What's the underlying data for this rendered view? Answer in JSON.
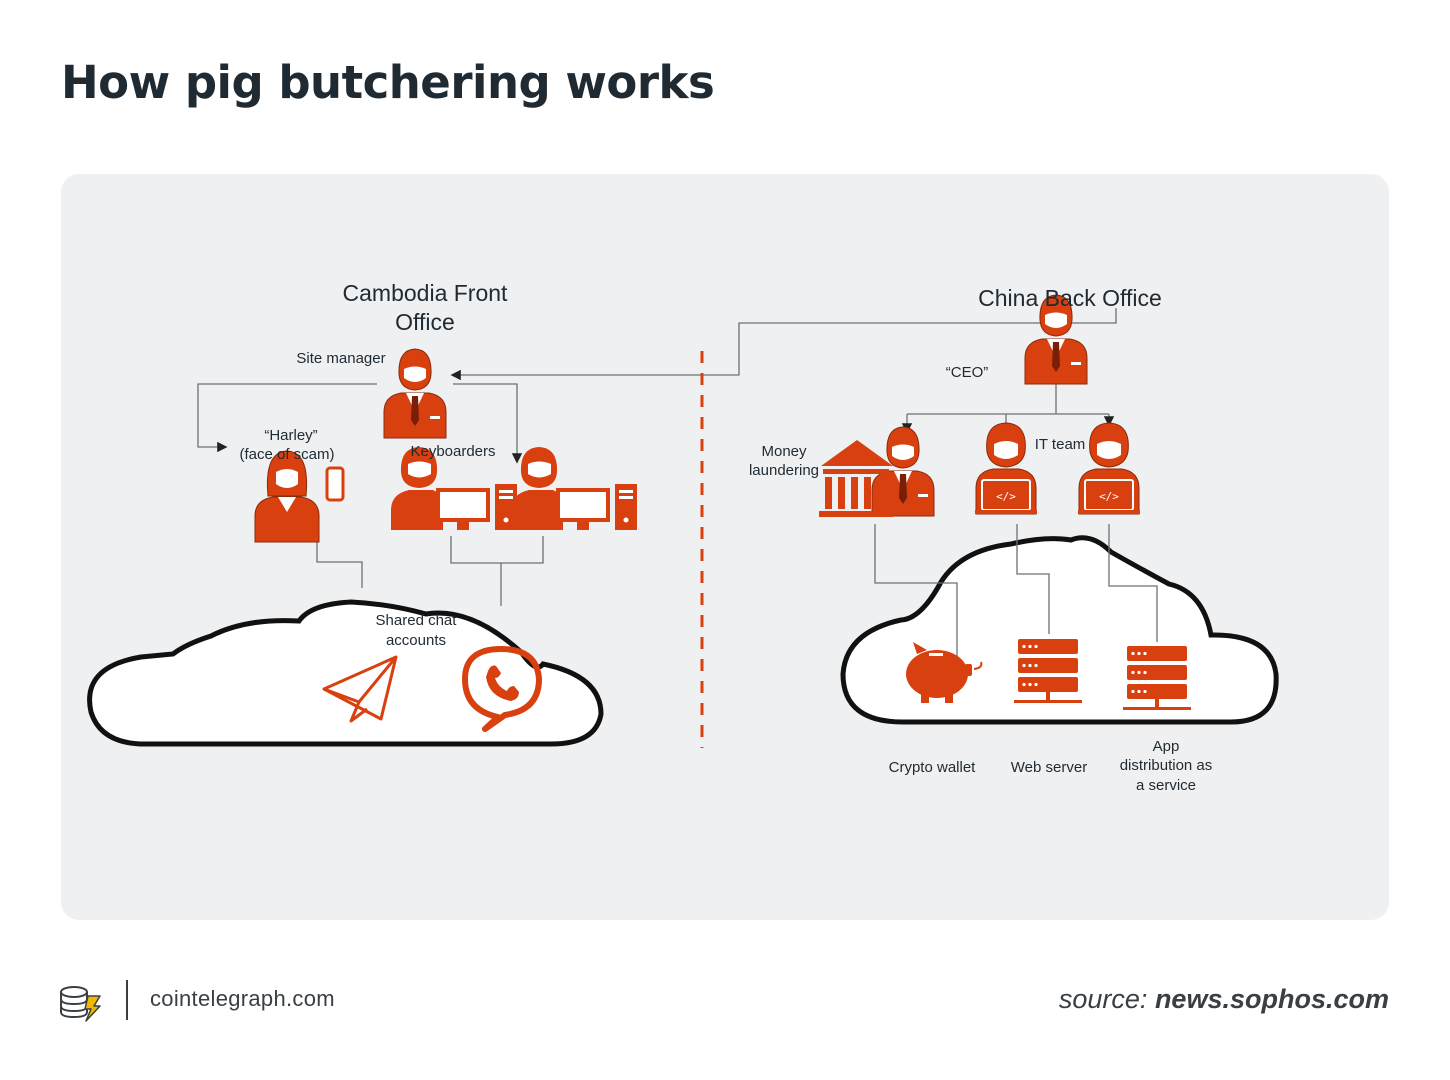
{
  "title": "How pig butchering works",
  "colors": {
    "accent": "#d9400f",
    "line": "#6e7175",
    "panel": "#eef0f1",
    "text": "#1f2a33"
  },
  "diagram": {
    "cambodia": {
      "heading_line1": "Cambodia Front",
      "heading_line2": "Office",
      "site_manager": "Site manager",
      "harley_line1": "“Harley”",
      "harley_line2": "(face of scam)",
      "keyboarders": "Keyboarders",
      "cloud_line1": "Shared chat",
      "cloud_line2": "accounts"
    },
    "china": {
      "heading": "China Back Office",
      "ceo": "“CEO”",
      "money_line1": "Money",
      "money_line2": "laundering",
      "it_team": "IT team",
      "crypto_wallet": "Crypto wallet",
      "web_server": "Web  server",
      "app_line1": "App",
      "app_line2": "distribution as",
      "app_line3": "a service"
    }
  },
  "icons": [
    "person-manager-icon",
    "person-woman-phone-icon",
    "person-computer-icon",
    "paper-plane-icon",
    "phone-chat-icon",
    "bank-icon",
    "person-coder-icon",
    "piggy-bank-icon",
    "server-icon",
    "cloud-icon",
    "cointelegraph-logo-icon"
  ],
  "footer": {
    "site": "cointelegraph.com",
    "source_label": "source:",
    "source_link": "news.sophos.com"
  }
}
